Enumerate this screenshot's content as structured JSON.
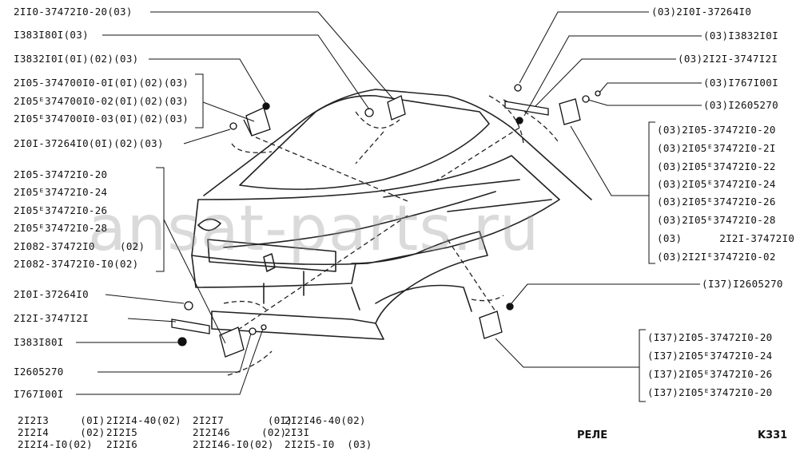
{
  "watermark": "ansat-parts.ru",
  "title": "РЕЛЕ",
  "page_code": "K331",
  "labels_left_top": [
    "2II0-37472I0-20(03)",
    "I383I80I(03)",
    "I3832I0I(0I)(02)(03)",
    "2I05-374700I0-0I(0I)(02)(03)",
    "2I05ᴱ374700I0-02(0I)(02)(03)",
    "2I05ᴱ374700I0-03(0I)(02)(03)",
    "2I0I-37264I0(0I)(02)(03)"
  ],
  "labels_left_mid": [
    "2I05-37472I0-20",
    "2I05ᴱ37472I0-24",
    "2I05ᴱ37472I0-26",
    "2I05ᴱ37472I0-28",
    "2I082-37472I0    (02)",
    "2I082-37472I0-I0(02)"
  ],
  "labels_left_bottom": [
    "2I0I-37264I0",
    "2I2I-3747I2I",
    "I383I80I",
    "I2605270",
    "I767I00I"
  ],
  "labels_right_top": [
    "(03)2I0I-37264I0",
    "(03)I3832I0I",
    "(03)2I2I-3747I2I",
    "(03)I767I00I",
    "(03)I2605270"
  ],
  "labels_right_mid": [
    "(03)2I05-37472I0-20",
    "(03)2I05ᴱ37472I0-2I",
    "(03)2I05ᴱ37472I0-22",
    "(03)2I05ᴱ37472I0-24",
    "(03)2I05ᴱ37472I0-26",
    "(03)2I05ᴱ37472I0-28",
    "(03)      2I2I-37472I0",
    "(03)2I2Iᴱ37472I0-02"
  ],
  "label_right_single": "(I37)I2605270",
  "labels_right_bottom": [
    "(I37)2I05-37472I0-20",
    "(I37)2I05ᴱ37472I0-24",
    "(I37)2I05ᴱ37472I0-26",
    "(I37)2I05ᴱ37472I0-20"
  ],
  "footer_columns": [
    [
      "2I2I3     (0I)",
      "2I2I4     (02)",
      "2I2I4-I0(02)"
    ],
    [
      "2I2I4-40(02)",
      "2I2I5",
      "2I2I6"
    ],
    [
      "2I2I7       (0I)",
      "2I2I46     (02)",
      "2I2I46-I0(02)"
    ],
    [
      "2I2I46-40(02)",
      "2I3I",
      "2I2I5-I0  (03)"
    ]
  ]
}
